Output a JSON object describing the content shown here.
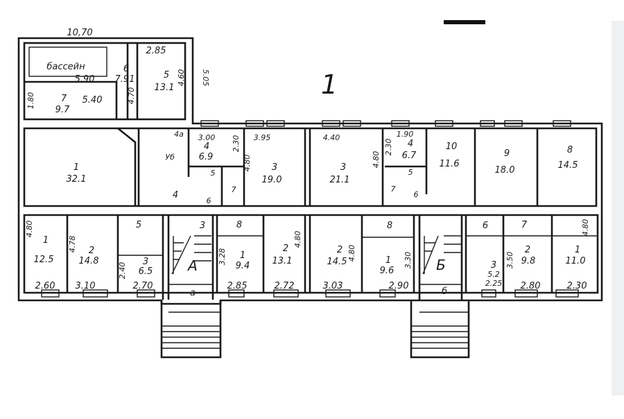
{
  "plan_number": "1",
  "annex": {
    "width_dim": "10,70",
    "pool_label": "бассейн",
    "pool_dim": "5.90",
    "room6_num": "6",
    "room6_area": "7.91",
    "room5_len": "2.85",
    "room5_num": "5",
    "room5_area": "13.1",
    "room5_dim": "4.60",
    "annex_dim": "5.05",
    "corridor_dim": "4.70",
    "room7_num": "7",
    "room7_area": "9.7",
    "room7_len": "5.40",
    "room7_dim": "1.80"
  },
  "north_rooms": {
    "r1_num": "1",
    "r1_area": "32.1",
    "hall_num": "4",
    "r4a": "4а",
    "r_ub": "Уб",
    "wc5": "5",
    "wc6": "6",
    "wc7": "7",
    "r4_len": "3.00",
    "r4_num": "4",
    "r4_area": "6.9",
    "r4_dim": "2.30",
    "r3a_len": "3.95",
    "r3a_dim": "4.80",
    "r3a_num": "3",
    "r3a_area": "19.0",
    "r3b_len": "4.40",
    "r3b_num": "3",
    "r3b_area": "21.1",
    "r3b_dim": "4.80",
    "r4b_len": "1.90",
    "r4b_dim": "2.30",
    "r4b_num": "4",
    "r4b_area": "6.7",
    "wc5b": "5",
    "wc7b": "7",
    "wc6b": "6",
    "r10_num": "10",
    "r10_area": "11.6",
    "r9_num": "9",
    "r9_area": "18.0",
    "r8_num": "8",
    "r8_area": "14.5"
  },
  "south_rooms": {
    "s1_dim": "4.80",
    "s1_num": "1",
    "s1_area": "12.5",
    "s1_len": "2.60",
    "s2_dim": "4.78",
    "s2_num": "2",
    "s2_area": "14.8",
    "s2_len": "3.10",
    "s5_num": "5",
    "s3_num": "3",
    "s3_area": "6.5",
    "s3_dim": "2.40",
    "s3_len": "2.70",
    "stairA_hall": "3",
    "stairA": "А",
    "stairA_vest": "а",
    "s8_num": "8",
    "s1b_num": "1",
    "s1b_area": "9.4",
    "s1b_dim": "3.28",
    "s1b_len": "2.85",
    "s2b_num": "2",
    "s2b_area": "13.1",
    "s2b_dim": "4.80",
    "s2b_len": "2.72",
    "s2c_num": "2",
    "s2c_area": "14.5",
    "s2c_dim": "4.80",
    "s2c_len": "3.03",
    "s8b_num": "8",
    "s1c_num": "1",
    "s1c_area": "9.6",
    "s1c_dim": "3.30",
    "s1c_len": "2.90",
    "stairB": "Б",
    "stairB_vest": "б",
    "s6_num": "6",
    "s3b_num": "3",
    "s3b_area": "5.2",
    "s3b_len": "2.25",
    "s3b_dim": "3.50",
    "s7_num": "7",
    "s2d_num": "2",
    "s2d_area": "9.8",
    "s2d_len": "2.80",
    "s1d_num": "1",
    "s1d_area": "11.0",
    "s1d_dim": "4.80",
    "s1d_len": "2.30"
  }
}
